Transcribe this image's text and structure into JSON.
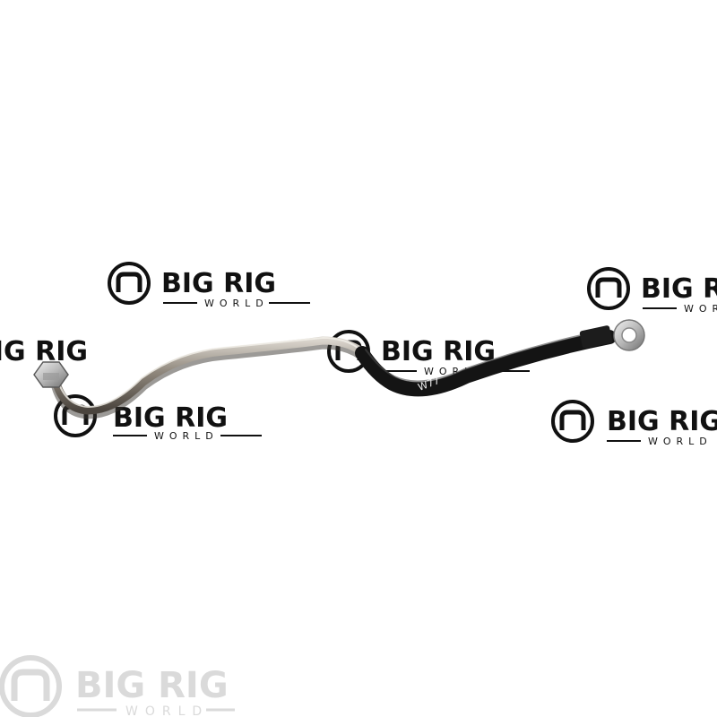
{
  "watermark": {
    "brand_line": "BIG RIG",
    "sub_line": "WORLD",
    "color": "#111111",
    "corner_color": "#d6d6d6"
  },
  "part": {
    "marking": "W77",
    "tube_color": "#8f877c",
    "hose_color": "#141414",
    "nut_color": "#c9c9c9"
  }
}
